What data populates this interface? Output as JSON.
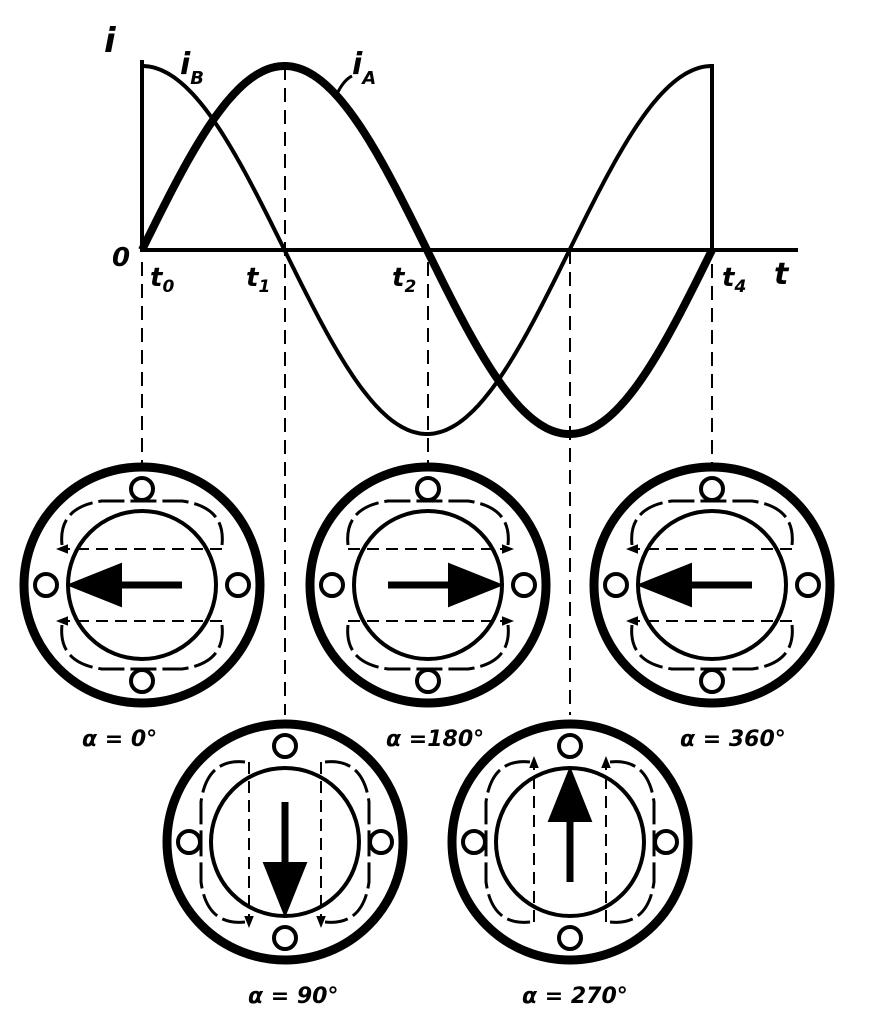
{
  "graph": {
    "y_axis_label": "i",
    "x_axis_label": "t",
    "origin_label": "0",
    "curve_b_label": "i",
    "curve_b_subscript": "B",
    "curve_a_label": "i",
    "curve_a_subscript": "A",
    "tick_t0": "t",
    "tick_t0_sub": "0",
    "tick_t1": "t",
    "tick_t1_sub": "1",
    "tick_t2": "t",
    "tick_t2_sub": "2",
    "tick_t4": "t",
    "tick_t4_sub": "4"
  },
  "stators": [
    {
      "label": "α = 0°"
    },
    {
      "label": "α = 90°"
    },
    {
      "label": "α =180°"
    },
    {
      "label": "α = 270°"
    },
    {
      "label": "α = 360°"
    }
  ],
  "colors": {
    "ink": "#000000",
    "background": "#ffffff"
  }
}
